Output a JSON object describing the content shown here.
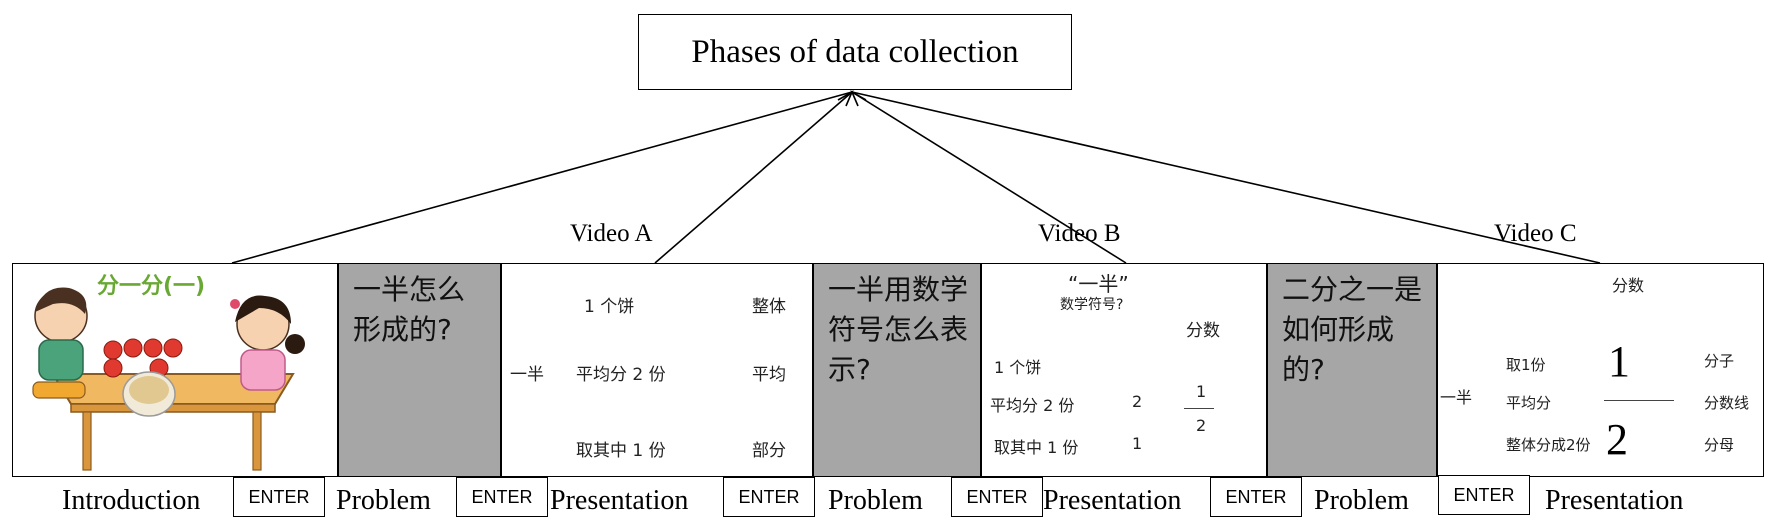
{
  "title": "Phases of data collection",
  "videos": [
    "Video A",
    "Video B",
    "Video C"
  ],
  "intro_illustration": {
    "caption": "分一分(一)"
  },
  "problem_questions": [
    "一半怎么形成的?",
    "一半用数学符号怎么表示?",
    "二分之一是如何形成的?"
  ],
  "presentation_a": {
    "left": "一半",
    "rows": [
      "1 个饼",
      "平均分 2 份",
      "取其中 1 份"
    ],
    "right": [
      "整体",
      "平均",
      "部分"
    ]
  },
  "presentation_b": {
    "heading": "“一半”",
    "subheading": "数学符号?",
    "fraction_label": "分数",
    "rows": [
      "1 个饼",
      "平均分 2 份",
      "取其中 1 份"
    ],
    "nums": [
      "2",
      "1"
    ],
    "numerator": "1",
    "denominator": "2"
  },
  "presentation_c": {
    "heading": "分数",
    "left": "一半",
    "rows": [
      "取1份",
      "平均分",
      "整体分成2份"
    ],
    "numerator": "1",
    "denominator": "2",
    "right": [
      "分子",
      "分数线",
      "分母"
    ]
  },
  "phases": [
    "Introduction",
    "Problem",
    "Presentation",
    "Problem",
    "Presentation",
    "Problem",
    "Presentation"
  ],
  "enter_label": "ENTER",
  "colors": {
    "problem_panel": "#a6a6a6",
    "lines": "#000000"
  }
}
